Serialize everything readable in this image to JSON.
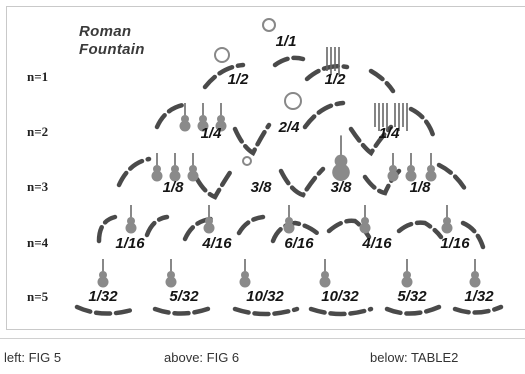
{
  "title": {
    "line1": "Roman",
    "line2": "Fountain"
  },
  "row_labels": [
    "n=1",
    "n=2",
    "n=3",
    "n=4",
    "n=5"
  ],
  "rows": [
    [
      "1/1"
    ],
    [
      "1/2",
      "1/2"
    ],
    [
      "1/4",
      "2/4",
      "1/4"
    ],
    [
      "1/8",
      "3/8",
      "3/8",
      "1/8"
    ],
    [
      "1/16",
      "4/16",
      "6/16",
      "4/16",
      "1/16"
    ],
    [
      "1/32",
      "5/32",
      "10/32",
      "10/32",
      "5/32",
      "1/32"
    ]
  ],
  "captions": {
    "left": "left: FIG 5",
    "above": "above: FIG 6",
    "below": "below: TABLE2"
  },
  "colors": {
    "stroke": "#4a4a4a",
    "instrument": "#8a8a8a",
    "text": "#151515"
  }
}
